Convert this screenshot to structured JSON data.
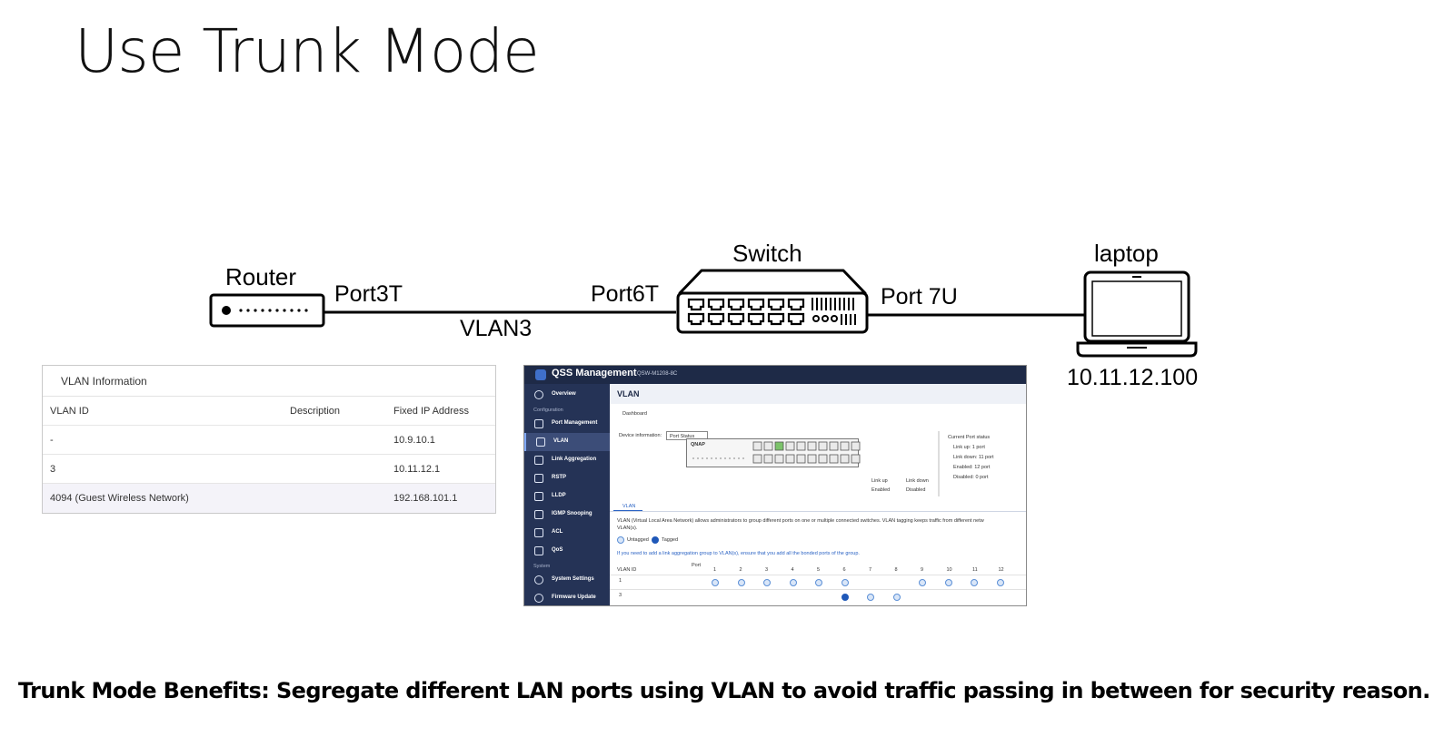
{
  "slide": {
    "title": "Use Trunk Mode",
    "footer": "Trunk Mode Benefits: Segregate different LAN ports using VLAN to avoid traffic passing in between for security reason."
  },
  "diagram": {
    "router_label": "Router",
    "switch_label": "Switch",
    "laptop_label": "laptop",
    "router_port": "Port3T",
    "switch_port_left": "Port6T",
    "switch_port_right": "Port 7U",
    "link_vlan": "VLAN3",
    "laptop_ip": "10.11.12.100",
    "icons": [
      "router-icon",
      "switch-icon",
      "laptop-icon"
    ],
    "line_color": "#000000"
  },
  "vlan_info": {
    "title": "VLAN Information",
    "columns": [
      "VLAN ID",
      "Description",
      "Fixed IP Address"
    ],
    "rows": [
      {
        "vlan_id": "-",
        "description": "",
        "ip": "10.9.10.1"
      },
      {
        "vlan_id": "3",
        "description": "",
        "ip": "10.11.12.1"
      },
      {
        "vlan_id": "4094 (Guest Wireless Network)",
        "description": "",
        "ip": "192.168.101.1"
      }
    ]
  },
  "qss": {
    "app_name": "QSS Management",
    "model": "QSW-M1208-8C",
    "sidebar": {
      "overview": "Overview",
      "section_config": "Configuration",
      "items": [
        "Port Management",
        "VLAN",
        "Link Aggregation",
        "RSTP",
        "LLDP",
        "IGMP Snooping",
        "ACL",
        "QoS"
      ],
      "section_system": "System",
      "system_items": [
        "System Settings",
        "Firmware Update"
      ],
      "active": "VLAN"
    },
    "header": "VLAN",
    "dashboard": "Dashboard",
    "device_info_label": "Device information:",
    "device_info_select": "Port Status",
    "device_brand": "QNAP",
    "status": {
      "title": "Current Port status",
      "link_up": "Link up: 1 port",
      "link_down": "Link down: 11 port",
      "enabled": "Enabled: 12 port",
      "disabled": "Disabled: 0 port"
    },
    "legend": {
      "link_up": "Link up",
      "link_down": "Link down",
      "enabled": "Enabled",
      "disabled": "Disabled"
    },
    "tab": "VLAN",
    "description": "VLAN (Virtual Local Area Network) allows administrators to group different ports on one or multiple connected switches. VLAN tagging keeps traffic from different netw",
    "description2": "VLAN(s).",
    "untagged": "Untagged",
    "tagged": "Tagged",
    "note": "If you need to add a link aggregation group to VLAN(s), ensure that you add all the bonded ports of the group.",
    "table": {
      "vlan_id_header": "VLAN ID",
      "port_header": "Port",
      "ports": [
        "1",
        "2",
        "3",
        "4",
        "5",
        "6",
        "7",
        "8",
        "9",
        "10",
        "11",
        "12"
      ],
      "rows": [
        {
          "vlan": "1",
          "untagged_ports": [
            1,
            2,
            3,
            4,
            5,
            6,
            9,
            10,
            11,
            12
          ],
          "tagged_ports": []
        },
        {
          "vlan": "3",
          "untagged_ports": [
            7,
            8
          ],
          "tagged_ports": [
            6
          ]
        }
      ]
    }
  }
}
